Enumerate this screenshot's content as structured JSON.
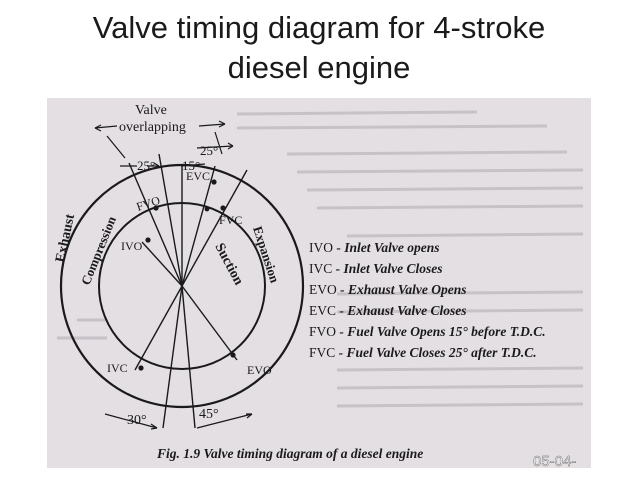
{
  "slide": {
    "title_line1": "Valve timing diagram for 4-stroke",
    "title_line2": "diesel engine"
  },
  "diagram": {
    "overlap_label_1": "Valve",
    "overlap_label_2": "overlapping",
    "angles": {
      "evo_before_tdc": "25°",
      "fvo_before_tdc": "15°",
      "fvc_after_tdc": "25°",
      "ivc_after_bdc": "30°",
      "evo_before_bdc": "45°"
    },
    "point_labels": {
      "evc": "EVC",
      "fvo": "FVO",
      "fvc": "FVC",
      "ivo": "IVO",
      "ivc": "IVC",
      "evo": "EVO"
    },
    "stroke_labels": {
      "exhaust": "Exhaust",
      "compression": "Compression",
      "suction": "Suction",
      "expansion": "Expansion"
    },
    "legend": [
      {
        "abbr": "IVO",
        "text": " - Inlet Valve opens"
      },
      {
        "abbr": "IVC",
        "text": " - Inlet Valve Closes"
      },
      {
        "abbr": "EVO",
        "text": " - Exhaust Valve Opens"
      },
      {
        "abbr": "EVC",
        "text": " - Exhaust Valve Closes"
      },
      {
        "abbr": "FVO",
        "text": " - Fuel Valve Opens 15° before T.D.C."
      },
      {
        "abbr": "FVC",
        "text": " - Fuel Valve Closes 25° after T.D.C."
      }
    ],
    "caption": "Fig. 1.9 Valve timing diagram of a diesel engine",
    "corner_date": "05-04-",
    "colors": {
      "ink": "#1a1a1a",
      "paper": "#e3dfe3",
      "date": "#ffffff"
    }
  }
}
